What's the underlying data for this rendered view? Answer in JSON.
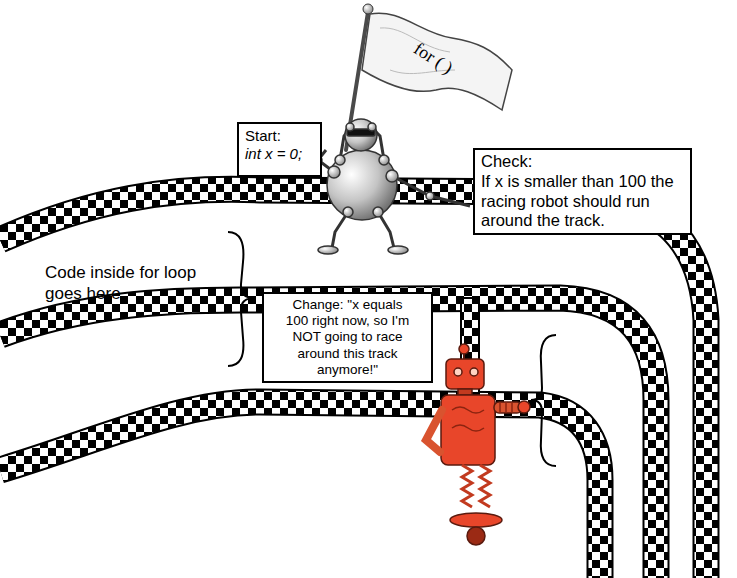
{
  "diagram": {
    "nodes": [
      {
        "text": [
          "for ( )"
        ]
      },
      {
        "text": [
          "Start:",
          "int x = 0;"
        ]
      },
      {
        "text": [
          "Check:",
          "If x is smaller than 100 the racing robot should run around the track."
        ]
      },
      {
        "text": [
          "Change: \"x equals 100 right now, so I'm NOT going to race around this track anymore!\""
        ]
      }
    ],
    "labels": [
      "Code inside for loop goes here"
    ]
  }
}
